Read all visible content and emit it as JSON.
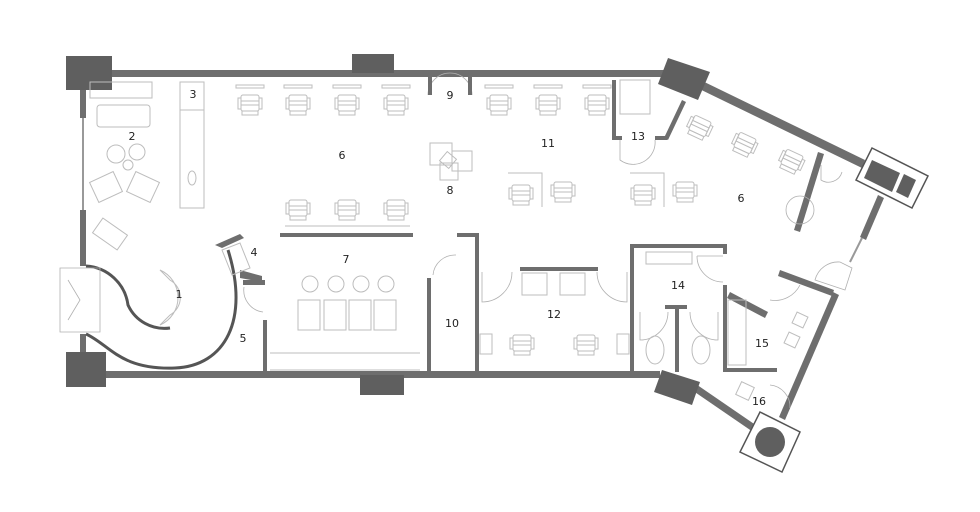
{
  "plan": {
    "rooms": [
      {
        "label": "1"
      },
      {
        "label": "2"
      },
      {
        "label": "3"
      },
      {
        "label": "4"
      },
      {
        "label": "5"
      },
      {
        "label": "6"
      },
      {
        "label": "7"
      },
      {
        "label": "8"
      },
      {
        "label": "9"
      },
      {
        "label": "10"
      },
      {
        "label": "11"
      },
      {
        "label": "12"
      },
      {
        "label": "13"
      },
      {
        "label": "14"
      },
      {
        "label": "15"
      },
      {
        "label": "16"
      },
      {
        "label": "6"
      }
    ],
    "colors": {
      "wall": "#6e6e6e",
      "column": "#5f5f5f",
      "furniture": "#bdbdbd"
    }
  }
}
